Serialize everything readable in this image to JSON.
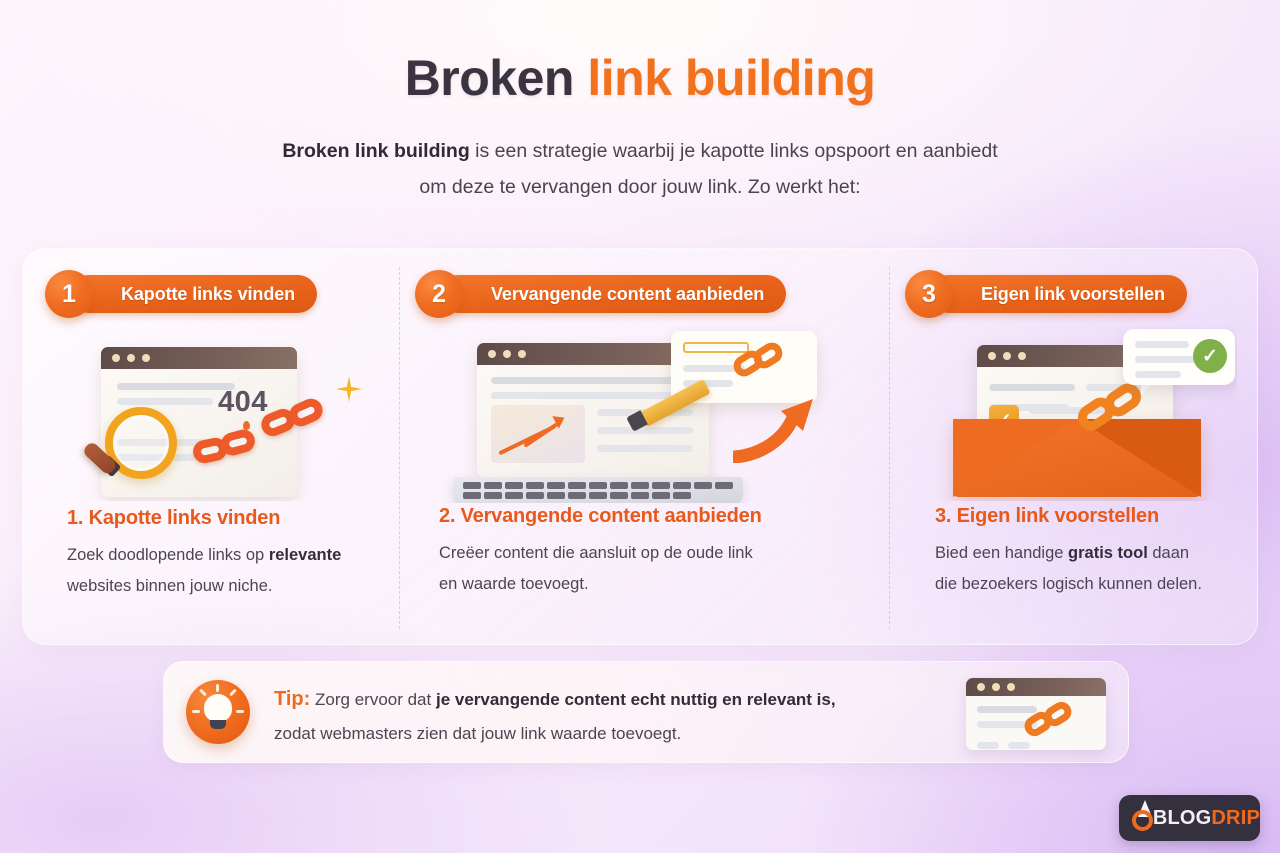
{
  "header": {
    "title_part1": "Broken ",
    "title_part2": "link building",
    "subtitle_bold": "Broken link building",
    "subtitle_rest": " is een strategie waarbij je kapotte links opspoort en aanbiedt",
    "subtitle_line2": "om deze te vervangen door jouw link. Zo werkt het:"
  },
  "steps": [
    {
      "number": "1",
      "pill_label": "Kapotte links vinden",
      "heading": "1. Kapotte links vinden",
      "body_pre": "Zoek doodlopende links op ",
      "body_bold": "relevante",
      "body_post": "",
      "body_line2": "websites binnen jouw niche.",
      "illustration": {
        "error_code": "404",
        "icons": [
          "magnifier-icon",
          "broken-chain-icon",
          "browser-window-icon",
          "sparkle-icon"
        ]
      }
    },
    {
      "number": "2",
      "pill_label": "Vervangende content aanbieden",
      "heading": "2. Vervangende content aanbieden",
      "body_pre": "Creëer content die aansluit op de oude link",
      "body_bold": "",
      "body_post": "",
      "body_line2": "en waarde toevoegt.",
      "illustration": {
        "error_code": "",
        "icons": [
          "laptop-icon",
          "growth-chart-icon",
          "pencil-icon",
          "link-card-icon",
          "curved-arrow-icon"
        ]
      }
    },
    {
      "number": "3",
      "pill_label": "Eigen link voorstellen",
      "heading": "3. Eigen link voorstellen",
      "body_pre": "Bied een handige ",
      "body_bold": "gratis tool",
      "body_post": " daan",
      "body_line2": "die bezoekers logisch kunnen delen.",
      "illustration": {
        "error_code": "",
        "icons": [
          "envelope-icon",
          "document-icon",
          "link-icon",
          "checkmark-icon",
          "speech-bubble-icon",
          "green-check-icon"
        ]
      }
    }
  ],
  "tip": {
    "label": "Tip:",
    "line1_pre": " Zorg ervoor dat ",
    "line1_bold": "je vervangende content echt nuttig en relevant is,",
    "line2": "zodat webmasters zien dat jouw link waarde toevoegt.",
    "icon": "lightbulb-icon"
  },
  "logo": {
    "part1": "BLOG",
    "part2": "DRIP",
    "mark": "droplet-icon"
  },
  "colors": {
    "accent_orange": "#ef6a1d",
    "heading_orange": "#e8591b",
    "title_dark": "#3a3340",
    "body_text": "#4b4552",
    "green_check": "#7fb04a",
    "logo_bg": "#35303e"
  }
}
